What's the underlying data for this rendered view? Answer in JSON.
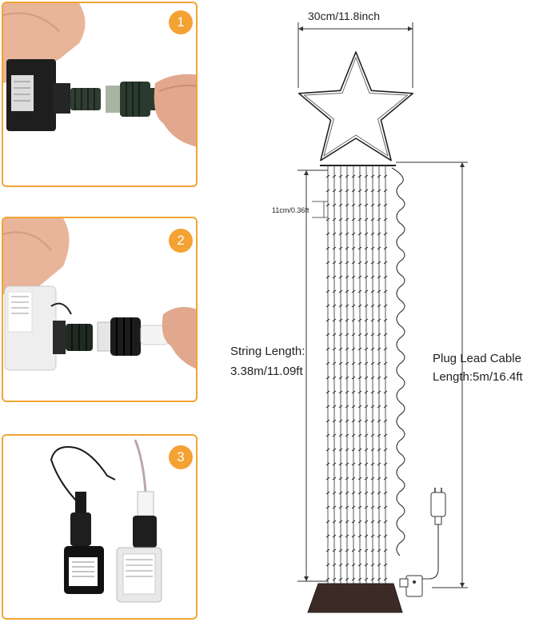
{
  "steps": [
    {
      "number": "1"
    },
    {
      "number": "2"
    },
    {
      "number": "3"
    }
  ],
  "dimensions": {
    "star_width": "30cm/11.8inch",
    "bulb_spacing": "11cm/0.36ft",
    "string_length_line1": "String Length:",
    "string_length_line2": "3.38m/11.09ft",
    "plug_lead_line1": "Plug Lead Cable",
    "plug_lead_line2": "Length:5m/16.4ft"
  },
  "colors": {
    "accent": "#f3a233",
    "panel_border": "#f0a531"
  }
}
